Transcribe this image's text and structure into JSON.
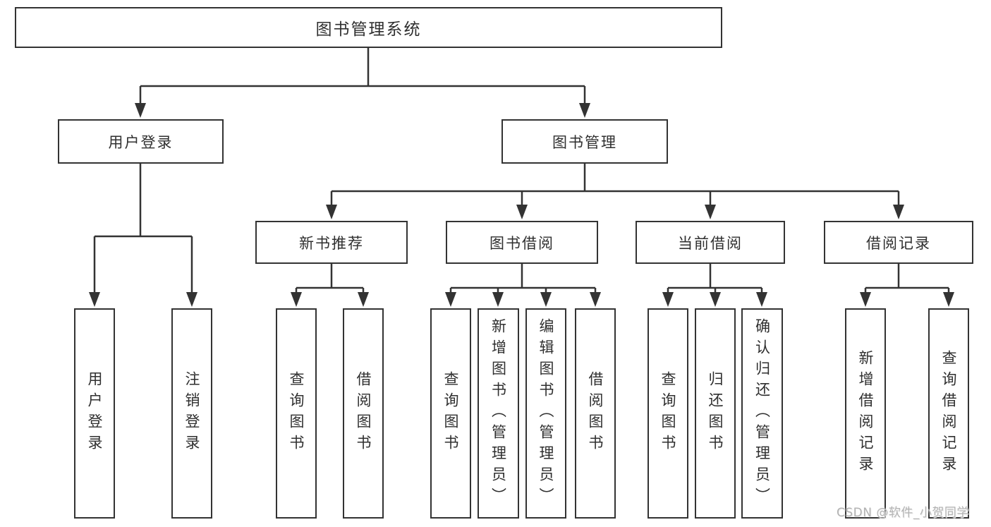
{
  "diagram": {
    "root": {
      "label": "图书管理系统"
    },
    "level2": [
      {
        "label": "用户登录"
      },
      {
        "label": "图书管理"
      }
    ],
    "level3": [
      {
        "label": "新书推荐"
      },
      {
        "label": "图书借阅"
      },
      {
        "label": "当前借阅"
      },
      {
        "label": "借阅记录"
      }
    ],
    "leaves": [
      {
        "label": "用户登录"
      },
      {
        "label": "注销登录"
      },
      {
        "label": "查询图书"
      },
      {
        "label": "借阅图书"
      },
      {
        "label": "查询图书"
      },
      {
        "label": "新增图书（管理员）"
      },
      {
        "label": "编辑图书（管理员）"
      },
      {
        "label": "借阅图书"
      },
      {
        "label": "查询图书"
      },
      {
        "label": "归还图书"
      },
      {
        "label": "确认归还（管理员）"
      },
      {
        "label": "新增借阅记录"
      },
      {
        "label": "查询借阅记录"
      }
    ]
  },
  "watermark": {
    "text": "CSDN @软件_小贺同学"
  },
  "colors": {
    "line": "#333333",
    "text": "#2f2f2f",
    "background": "#ffffff",
    "watermark": "#b2b2b2"
  }
}
